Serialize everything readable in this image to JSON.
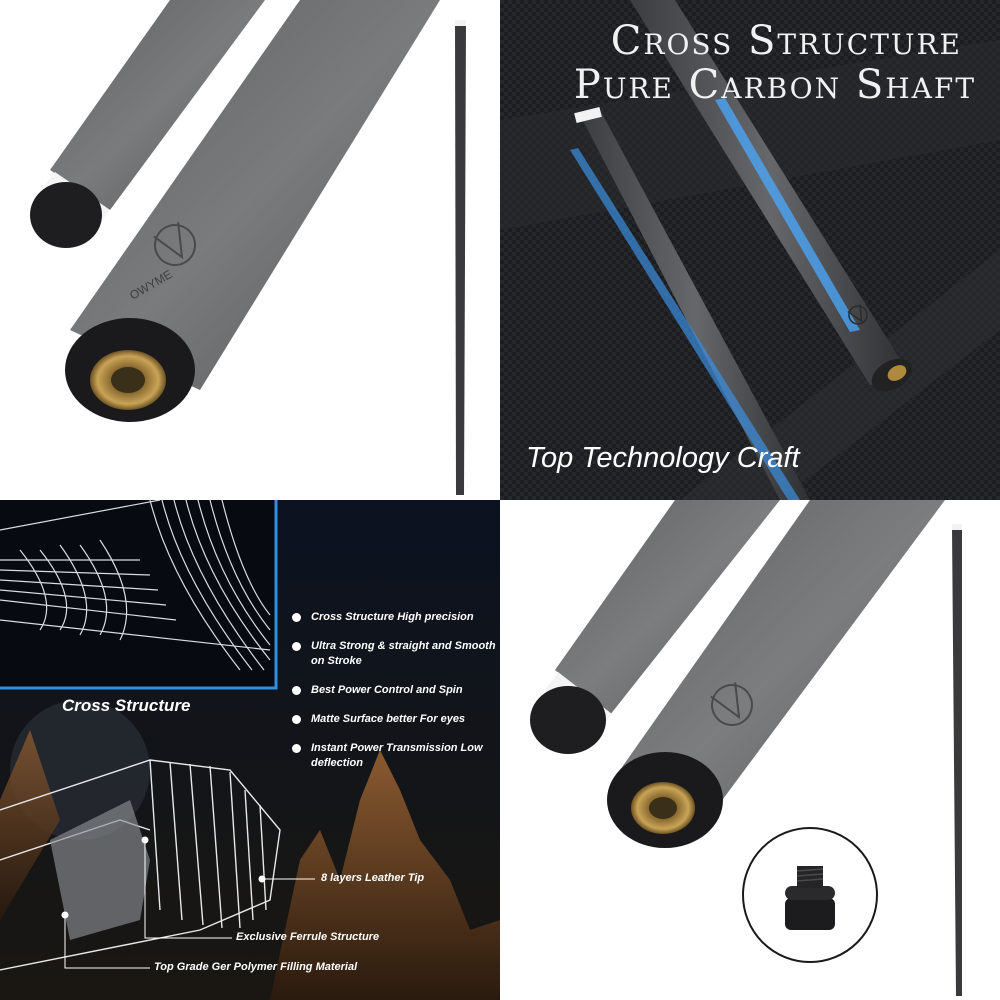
{
  "panels": {
    "top_right": {
      "headline_line1": "Cross Structure",
      "headline_line2": "Pure Carbon Shaft",
      "subheading": "Top Technology Craft"
    },
    "bottom_left": {
      "section_label": "Cross Structure",
      "features": [
        "Cross Structure High precision",
        "Ultra Strong & straight and Smooth on Stroke",
        "Best Power  Control and Spin",
        "Matte Surface better For eyes",
        "Instant Power Transmission Low deflection"
      ],
      "callouts": {
        "tip": "8 layers Leather Tip",
        "ferrule": "Exclusive Ferrule Structure",
        "filling": "Top Grade Ger Polymer Filling Material"
      }
    },
    "logo_text": "OWYME"
  },
  "colors": {
    "shaft_gray": "#6e6e70",
    "brass": "#b08a3c",
    "accent_blue": "#2f8fe0",
    "dark_bg": "#1a1b1e"
  }
}
